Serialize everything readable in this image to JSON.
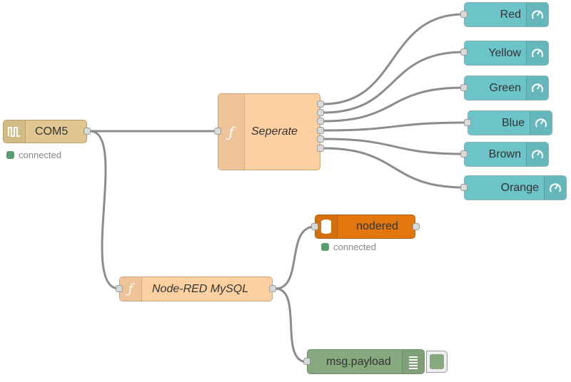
{
  "serial": {
    "label": "COM5",
    "status": "connected",
    "icon": "serial-port-icon"
  },
  "seperate": {
    "label": "Seperate",
    "icon": "function-icon"
  },
  "gauges": [
    {
      "label": "Red",
      "icon": "gauge-icon"
    },
    {
      "label": "Yellow",
      "icon": "gauge-icon"
    },
    {
      "label": "Green",
      "icon": "gauge-icon"
    },
    {
      "label": "Blue",
      "icon": "gauge-icon"
    },
    {
      "label": "Brown",
      "icon": "gauge-icon"
    },
    {
      "label": "Orange",
      "icon": "gauge-icon"
    }
  ],
  "mysql_fn": {
    "label": "Node-RED MySQL",
    "icon": "function-icon"
  },
  "db": {
    "label": "nodered",
    "status": "connected",
    "icon": "database-icon"
  },
  "debug": {
    "label": "msg.payload",
    "icon": "list-icon"
  },
  "colors": {
    "gauge": "#6cc3c8",
    "function": "#fdd0a2",
    "serial": "#e1c78f",
    "mysql": "#e2770f",
    "debug": "#87a980",
    "status_ok": "#5a9c6f",
    "wire": "#8c8c8c"
  }
}
